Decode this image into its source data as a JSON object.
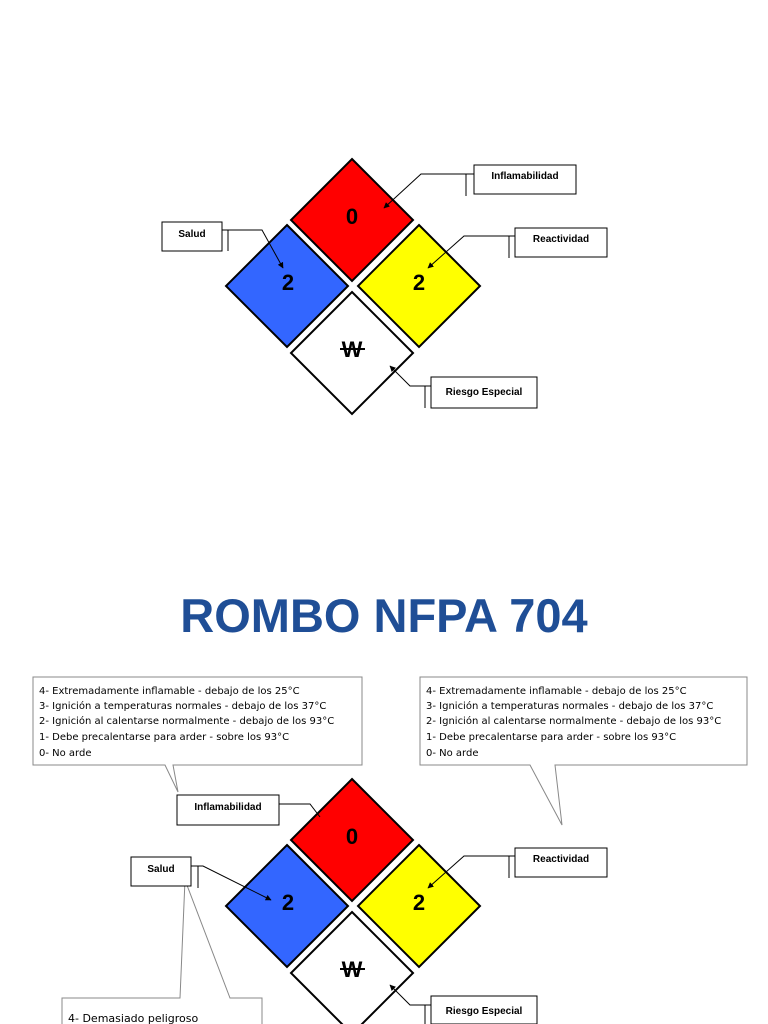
{
  "title": "ROMBO  NFPA 704",
  "colors": {
    "red": "#ff0000",
    "blue": "#3366ff",
    "yellow": "#ffff00",
    "white": "#ffffff",
    "title": "#1f4e96"
  },
  "diagram_top": {
    "flammability_value": "0",
    "health_value": "2",
    "reactivity_value": "2",
    "special_value": "W",
    "labels": {
      "flammability": "Inflamabilidad",
      "health": "Salud",
      "reactivity": "Reactividad",
      "special": "Riesgo Especial"
    }
  },
  "diagram_bottom": {
    "flammability_value": "0",
    "health_value": "2",
    "reactivity_value": "2",
    "special_value": "W",
    "labels": {
      "flammability": "Inflamabilidad",
      "health": "Salud",
      "reactivity": "Reactividad",
      "special": "Riesgo Especial"
    }
  },
  "callout_left": {
    "lines": [
      "4- Extremadamente inflamable - debajo de los 25°C",
      "3- Ignición a temperaturas normales - debajo de los 37°C",
      "2- Ignición al calentarse normalmente - debajo de los 93°C",
      "1- Debe precalentarse para arder - sobre los 93°C",
      "0- No arde"
    ]
  },
  "callout_right": {
    "lines": [
      "4- Extremadamente inflamable - debajo de los 25°C",
      "3- Ignición a temperaturas normales - debajo de los 37°C",
      "2- Ignición al calentarse normalmente - debajo de los 93°C",
      "1- Debe precalentarse para arder - sobre los 93°C",
      "0- No arde"
    ]
  },
  "callout_health": {
    "lines": [
      "4- Demasiado peligroso"
    ]
  }
}
